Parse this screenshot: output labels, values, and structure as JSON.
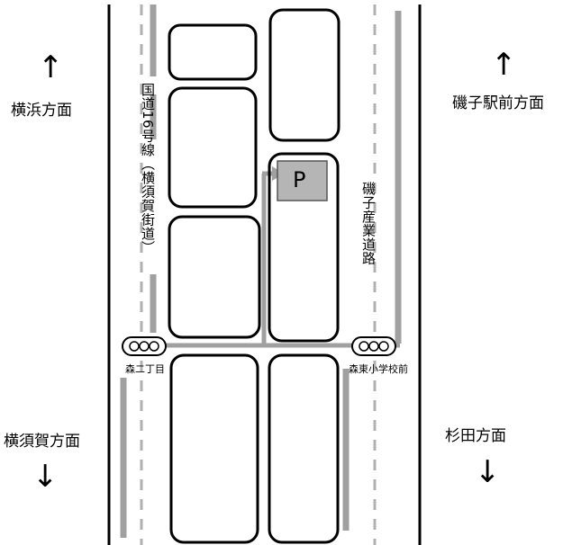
{
  "directions": {
    "yokohama": "横浜方面",
    "isogo_station": "磯子駅前方面",
    "yokosuka": "横須賀方面",
    "sugita": "杉田方面"
  },
  "roads": {
    "route16": "国道16号線（横須賀街道）",
    "industrial": "磯子産業道路"
  },
  "signals": {
    "left": "森二丁目",
    "right": "森東小学校前"
  },
  "parking": {
    "label": "P",
    "fill_color": "#b5b5b5"
  },
  "arrows": {
    "up": "↑",
    "down": "↓"
  },
  "colors": {
    "route_highlight": "#a0a0a0",
    "center_dash": "#b0b0b0",
    "line": "#000000"
  }
}
